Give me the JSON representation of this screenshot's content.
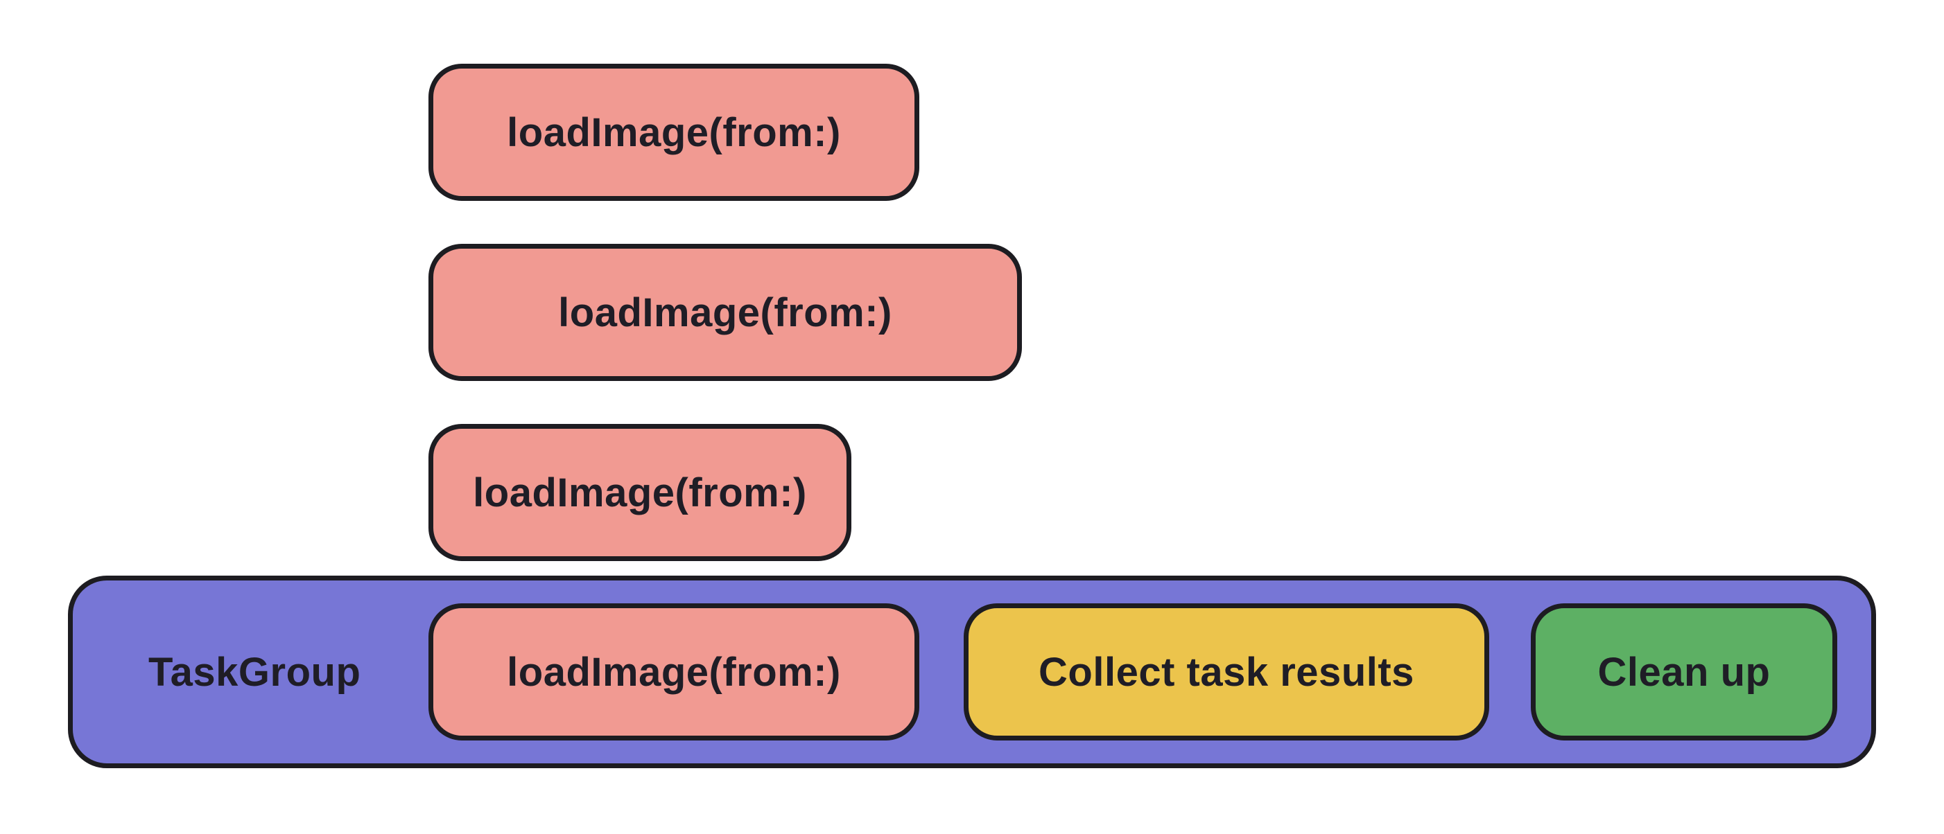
{
  "colors": {
    "background": "#ffffff",
    "outline": "#1d1c21",
    "task_group": "#7776d6",
    "task": "#f19a92",
    "collect": "#ecc44c",
    "cleanup": "#5db064",
    "text": "#1f1d26"
  },
  "diagram": {
    "floating_tasks": [
      {
        "label": "loadImage(from:)"
      },
      {
        "label": "loadImage(from:)"
      },
      {
        "label": "loadImage(from:)"
      }
    ],
    "task_group": {
      "label": "TaskGroup",
      "steps": [
        {
          "label": "loadImage(from:)"
        },
        {
          "label": "Collect task results"
        },
        {
          "label": "Clean up"
        }
      ]
    }
  }
}
